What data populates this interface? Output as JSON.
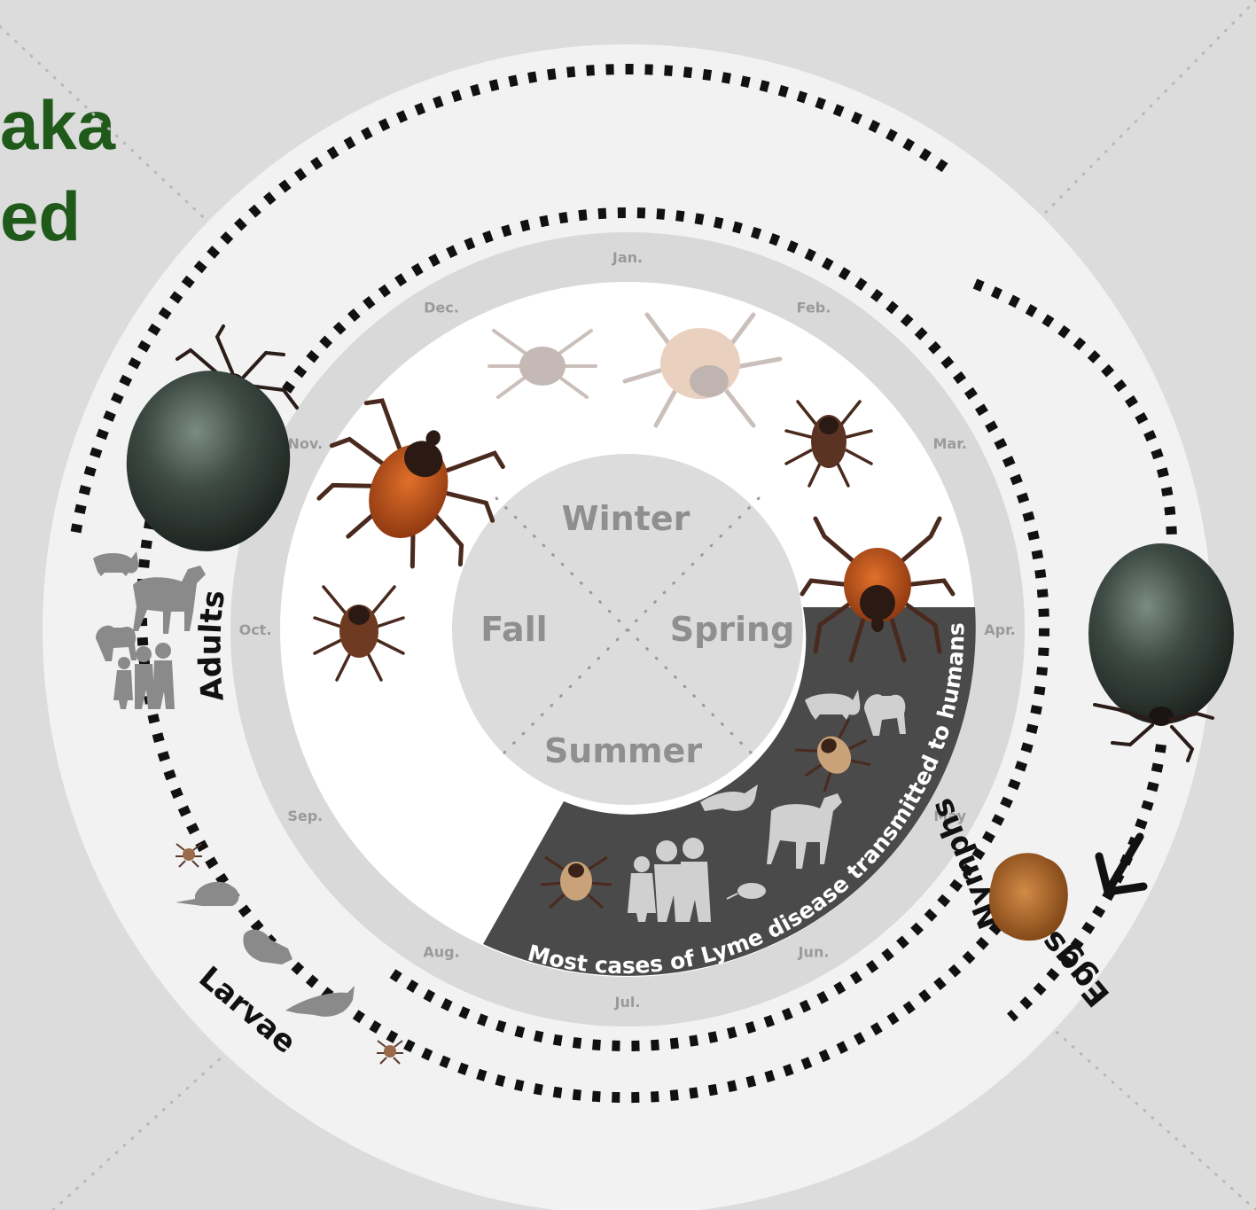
{
  "title": {
    "line1": "aka",
    "line2": "ed"
  },
  "seasons": {
    "winter": "Winter",
    "spring": "Spring",
    "summer": "Summer",
    "fall": "Fall"
  },
  "months": [
    {
      "label": "Jan.",
      "deg": 0
    },
    {
      "label": "Feb.",
      "deg": 30
    },
    {
      "label": "Mar.",
      "deg": 60
    },
    {
      "label": "Apr.",
      "deg": 90
    },
    {
      "label": "May",
      "deg": 120
    },
    {
      "label": "Jun.",
      "deg": 150
    },
    {
      "label": "Jul.",
      "deg": 180
    },
    {
      "label": "Aug.",
      "deg": 210
    },
    {
      "label": "Sep.",
      "deg": 240
    },
    {
      "label": "Oct.",
      "deg": 270
    },
    {
      "label": "Nov.",
      "deg": 300
    },
    {
      "label": "Dec.",
      "deg": 330
    }
  ],
  "stages": {
    "adults": "Adults",
    "nymphs": "Nymphs",
    "eggs": "Eggs",
    "larvae": "Larvae"
  },
  "lyme_band_text": "Most cases of Lyme disease transmitted to humans",
  "colors": {
    "background": "#dcdcdc",
    "ring": "#f2f2f2",
    "inner_ring": "#d8d8d8",
    "panel": "#ffffff",
    "dark_band": "#4a4a4a",
    "title_green": "#1f5a1a",
    "label_gray": "#8f8f8f",
    "dash": "#111111",
    "tick_orange": "#c0561e",
    "engorged_tick": "#3c4540",
    "eggs_brown": "#b06a2c"
  }
}
